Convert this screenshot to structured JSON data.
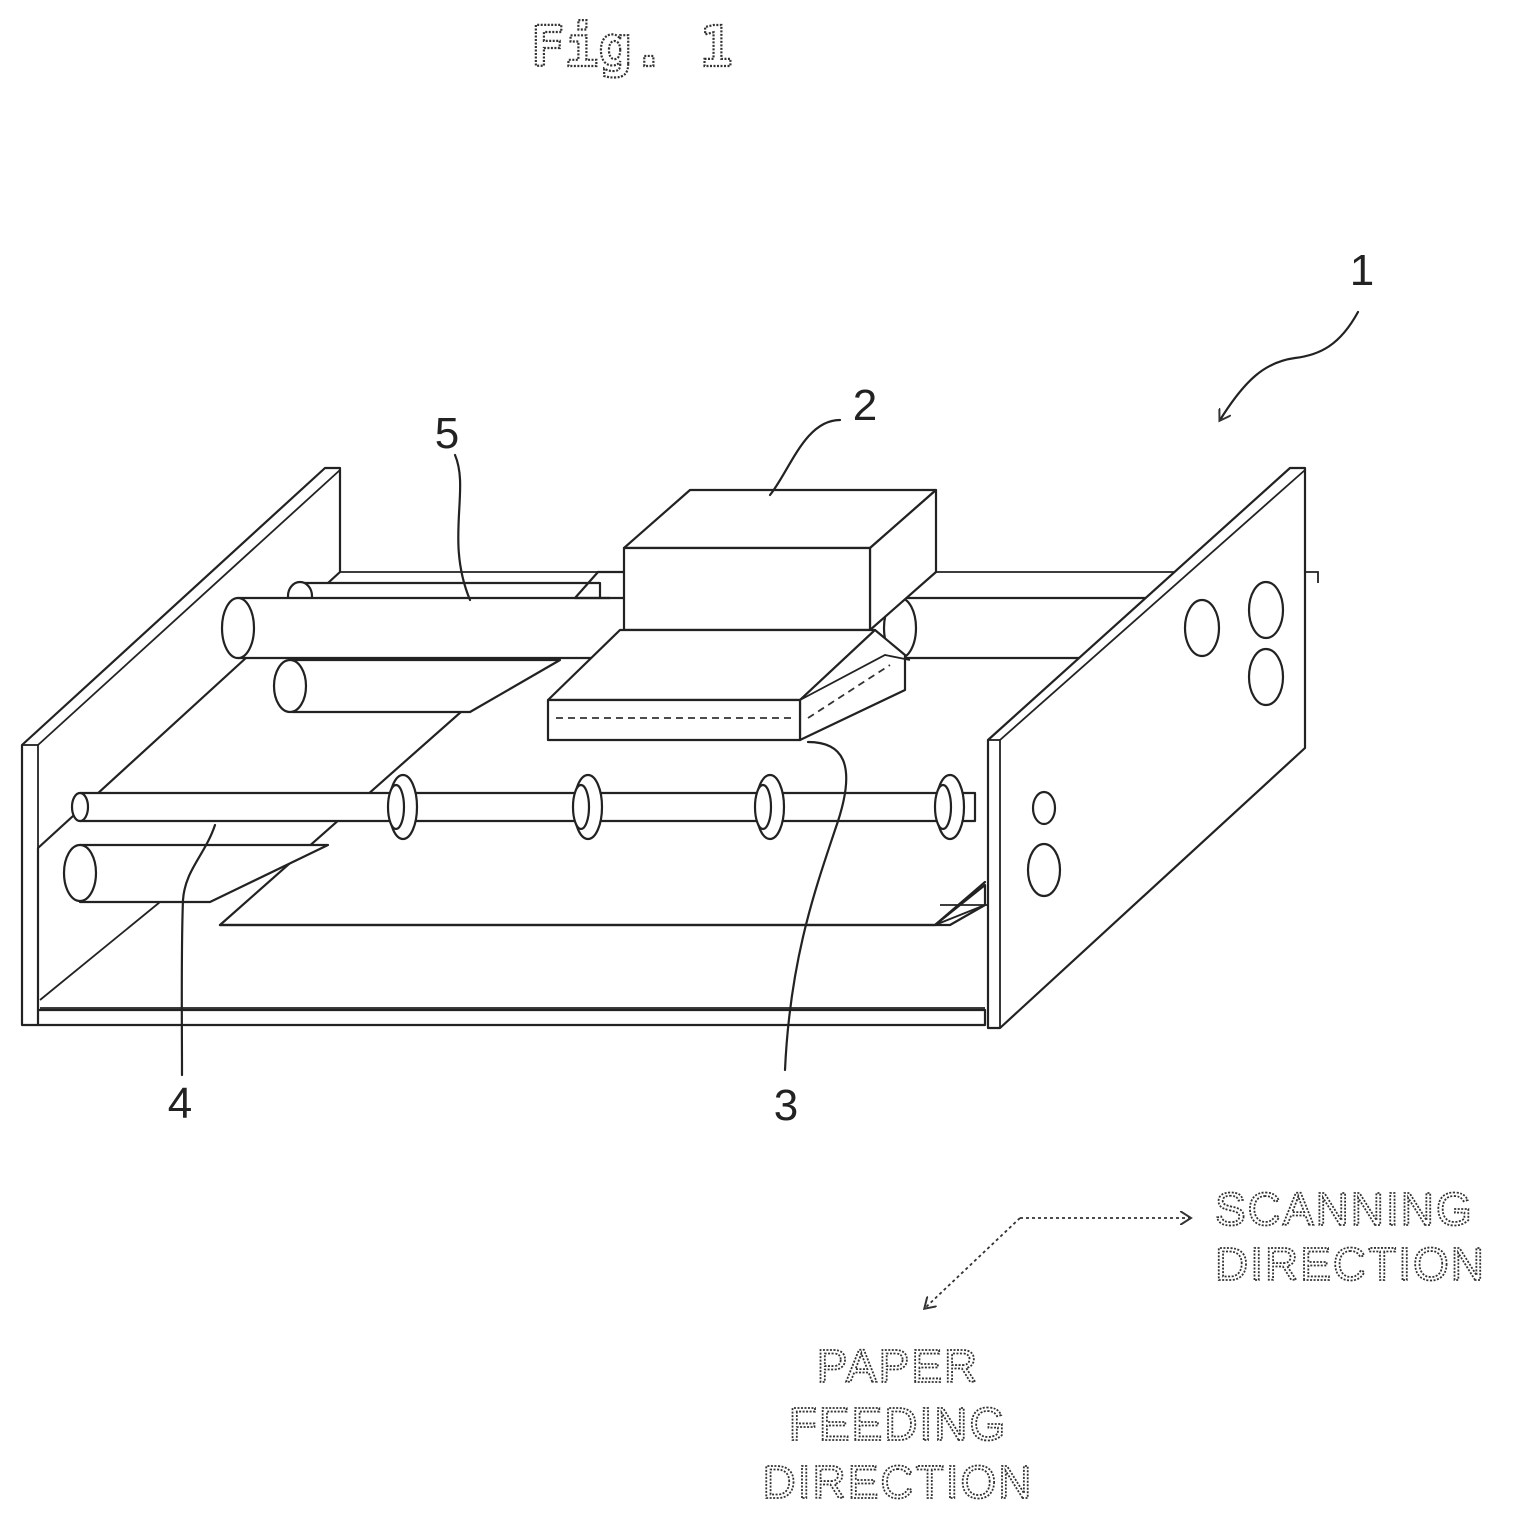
{
  "figure": {
    "title": "Fig. 1"
  },
  "labels": {
    "ref_1": "1",
    "ref_2": "2",
    "ref_3": "3",
    "ref_4": "4",
    "ref_5": "5"
  },
  "directions": {
    "scanning_line1": "SCANNING",
    "scanning_line2": "DIRECTION",
    "feeding_line1": "PAPER",
    "feeding_line2": "FEEDING",
    "feeding_line3": "DIRECTION"
  }
}
